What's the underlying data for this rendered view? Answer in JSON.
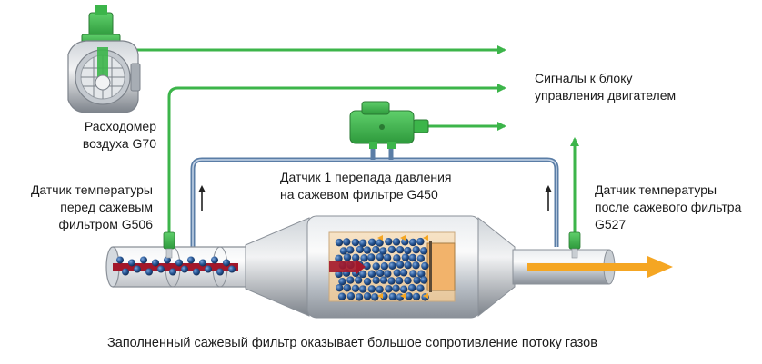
{
  "labels": {
    "maf_line1": "Расходомер",
    "maf_line2": "воздуха G70",
    "signals_line1": "Сигналы к блоку",
    "signals_line2": "управления двигателем",
    "temp_before_line1": "Датчик температуры",
    "temp_before_line2": "перед сажевым",
    "temp_before_line3": "фильтром G506",
    "pressure_line1": "Датчик 1 перепада давления",
    "pressure_line2": "на сажевом фильтре G450",
    "temp_after_line1": "Датчик температуры",
    "temp_after_line2": "после сажевого фильтра",
    "temp_after_line3": "G527",
    "caption": "Заполненный сажевый фильтр оказывает большое сопротивление потоку газов"
  },
  "colors": {
    "signal_green": "#3cb54a",
    "pipe_blue": "#5a7da6",
    "exhaust_orange": "#f5a623",
    "soot_blue": "#1f4e8c",
    "exhaust_red": "#a3172a"
  }
}
